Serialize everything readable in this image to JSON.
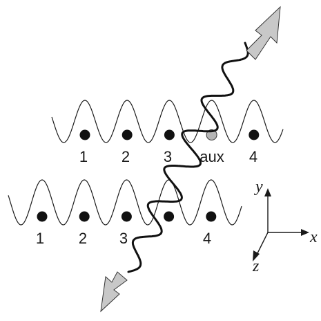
{
  "upper_lattice": {
    "site_labels": [
      "1",
      "2",
      "3",
      "aux",
      "4"
    ],
    "auxiliary_site_index": 3
  },
  "lower_lattice": {
    "site_labels": [
      "1",
      "2",
      "3",
      "4"
    ]
  },
  "axes": {
    "x": "x",
    "y": "y",
    "z": "z"
  },
  "colors": {
    "atom": "#111111",
    "aux_atom": "#b5b5b5",
    "arrow_fill": "#c8c8c8",
    "line": "#1a1a1a"
  },
  "icons": {
    "photon_out": "arrow-up-right-icon",
    "photon_in": "arrow-down-left-icon"
  }
}
